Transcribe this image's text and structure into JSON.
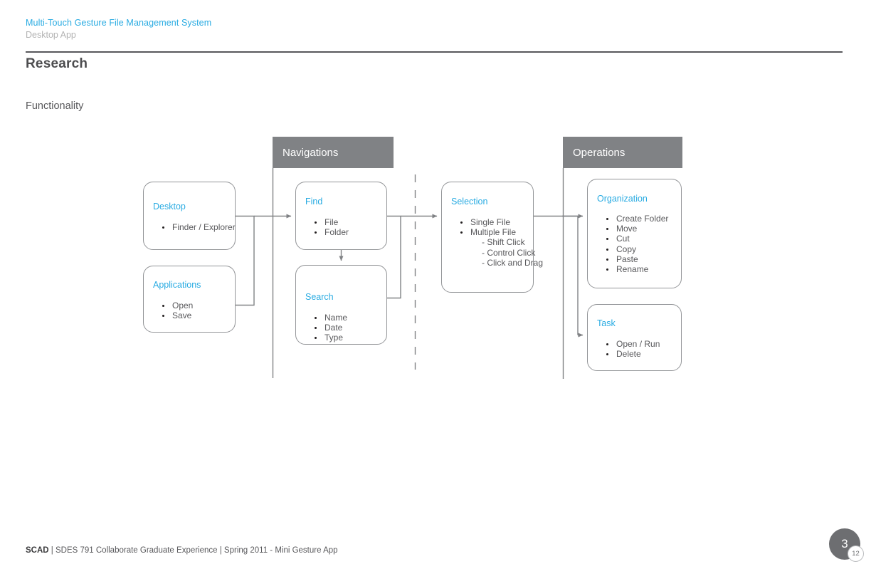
{
  "header": {
    "deck_title": "Multi-Touch Gesture File Management System",
    "deck_subtitle": "Desktop App",
    "accent_color": "#29abe2"
  },
  "section": {
    "title": "Research",
    "subtitle": "Functionality"
  },
  "diagram": {
    "groups": [
      {
        "id": "navigations",
        "label": "Navigations",
        "color": "#808285"
      },
      {
        "id": "operations",
        "label": "Operations",
        "color": "#808285"
      }
    ],
    "nodes": [
      {
        "id": "desktop",
        "title": "Desktop",
        "items": [
          {
            "text": "Finder / Explorer",
            "level": 1
          }
        ]
      },
      {
        "id": "applications",
        "title": "Applications",
        "items": [
          {
            "text": "Open",
            "level": 1
          },
          {
            "text": "Save",
            "level": 1
          }
        ]
      },
      {
        "id": "find",
        "title": "Find",
        "items": [
          {
            "text": "File",
            "level": 1
          },
          {
            "text": "Folder",
            "level": 1
          }
        ]
      },
      {
        "id": "search",
        "title": "Search",
        "items": [
          {
            "text": "Name",
            "level": 1
          },
          {
            "text": "Date",
            "level": 1
          },
          {
            "text": "Type",
            "level": 1
          }
        ]
      },
      {
        "id": "selection",
        "title": "Selection",
        "items": [
          {
            "text": "Single File",
            "level": 1
          },
          {
            "text": "Multiple File",
            "level": 1
          },
          {
            "text": "- Shift Click",
            "level": 2
          },
          {
            "text": "- Control Click",
            "level": 2
          },
          {
            "text": "- Click and Drag",
            "level": 2
          }
        ]
      },
      {
        "id": "organization",
        "title": "Organization",
        "items": [
          {
            "text": "Create Folder",
            "level": 1
          },
          {
            "text": "Move",
            "level": 1
          },
          {
            "text": "Cut",
            "level": 1
          },
          {
            "text": "Copy",
            "level": 1
          },
          {
            "text": "Paste",
            "level": 1
          },
          {
            "text": "Rename",
            "level": 1
          }
        ]
      },
      {
        "id": "task",
        "title": "Task",
        "items": [
          {
            "text": "Open / Run",
            "level": 1
          },
          {
            "text": "Delete",
            "level": 1
          }
        ]
      }
    ],
    "connector_color": "#808285",
    "node_border_color": "#939598",
    "node_title_color": "#29abe2",
    "node_text_color": "#58585b"
  },
  "footer": {
    "brand": "SCAD",
    "credit": " | SDES 791 Collaborate Graduate Experience | Spring 2011 - Mini Gesture App",
    "page_current": "3",
    "page_total": "12"
  }
}
